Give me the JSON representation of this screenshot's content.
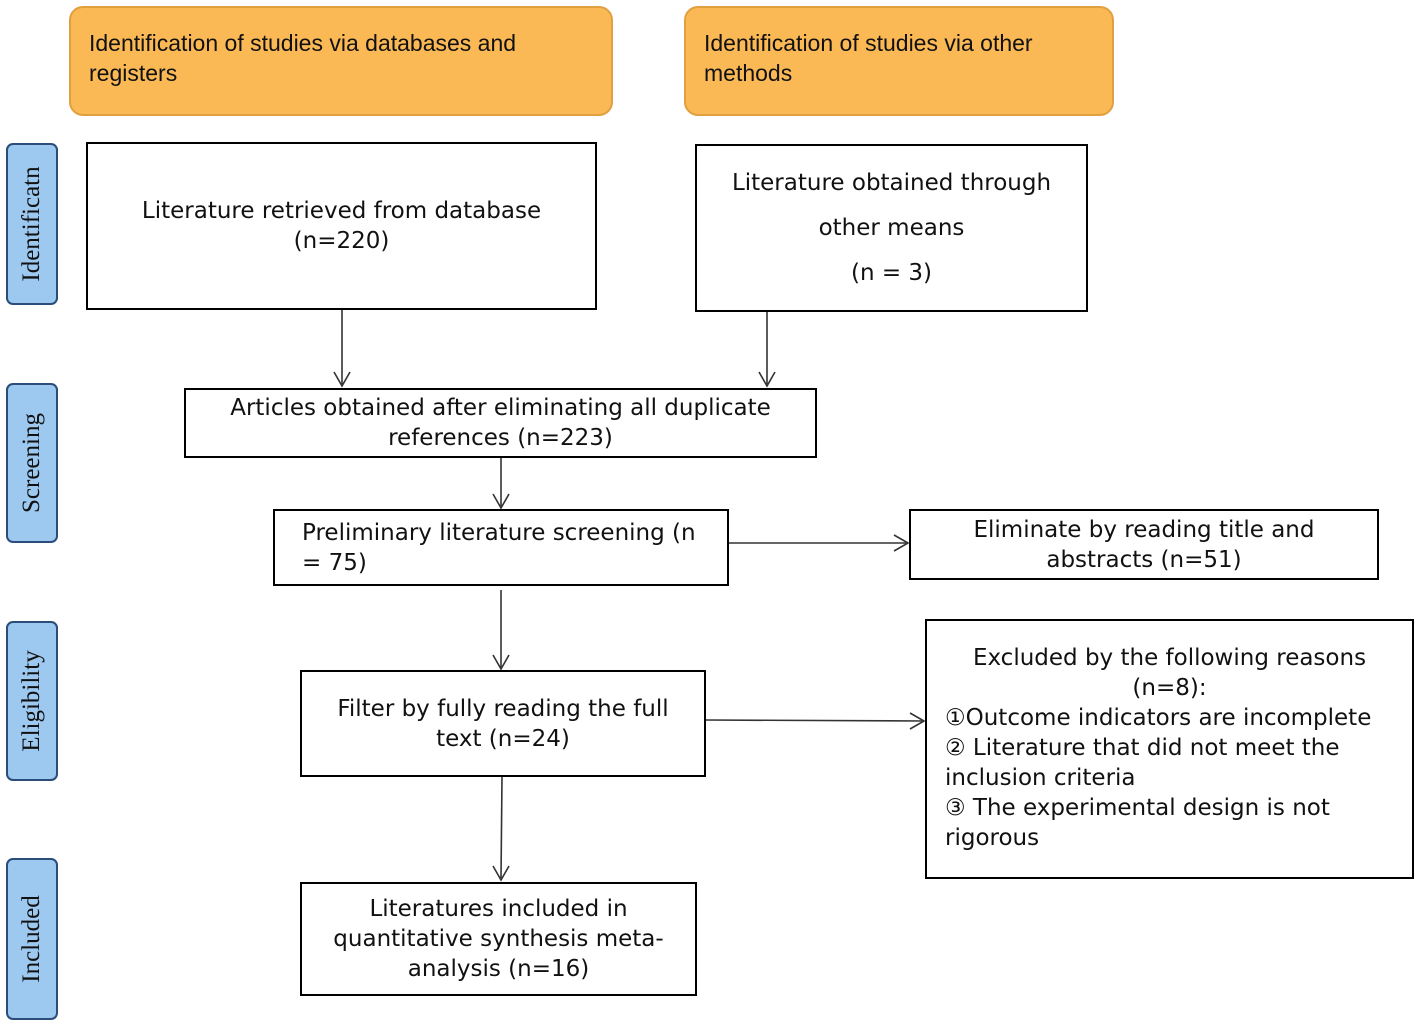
{
  "headers": {
    "databases": "Identification of studies via databases and registers",
    "other": "Identification of studies via other methods"
  },
  "stages": {
    "identification": "Identificatn",
    "screening": "Screening",
    "eligibility": "Eligibility",
    "included": "Included"
  },
  "boxes": {
    "database": {
      "line1": "Literature retrieved from database",
      "line2": "(n=220)"
    },
    "other": {
      "line1": "Literature obtained through",
      "line2": "other means",
      "line3": "(n = 3)"
    },
    "dedup": {
      "line1": "Articles obtained after eliminating all duplicate",
      "line2": "references (n=223)"
    },
    "prelim": {
      "line1": "Preliminary literature screening (n",
      "line2": "= 75)"
    },
    "eliminate": {
      "line1": "Eliminate by reading title and",
      "line2": "abstracts (n=51)"
    },
    "fulltext": {
      "line1": "Filter by fully reading the full",
      "line2": "text (n=24)"
    },
    "included": {
      "line1": "Literatures included in",
      "line2": "quantitative synthesis meta-",
      "line3": "analysis (n=16)"
    },
    "excluded": {
      "title1": "Excluded by the following reasons",
      "title2": "(n=8):",
      "reason1": "①Outcome indicators are incomplete",
      "reason2a": "② Literature that did not meet the",
      "reason2b": "inclusion criteria",
      "reason3a": "③ The experimental design is not",
      "reason3b": "rigorous"
    }
  },
  "colors": {
    "header_fill": "#fbb955",
    "stage_fill": "#9dc8f0",
    "stage_border": "#2a4d7a"
  }
}
